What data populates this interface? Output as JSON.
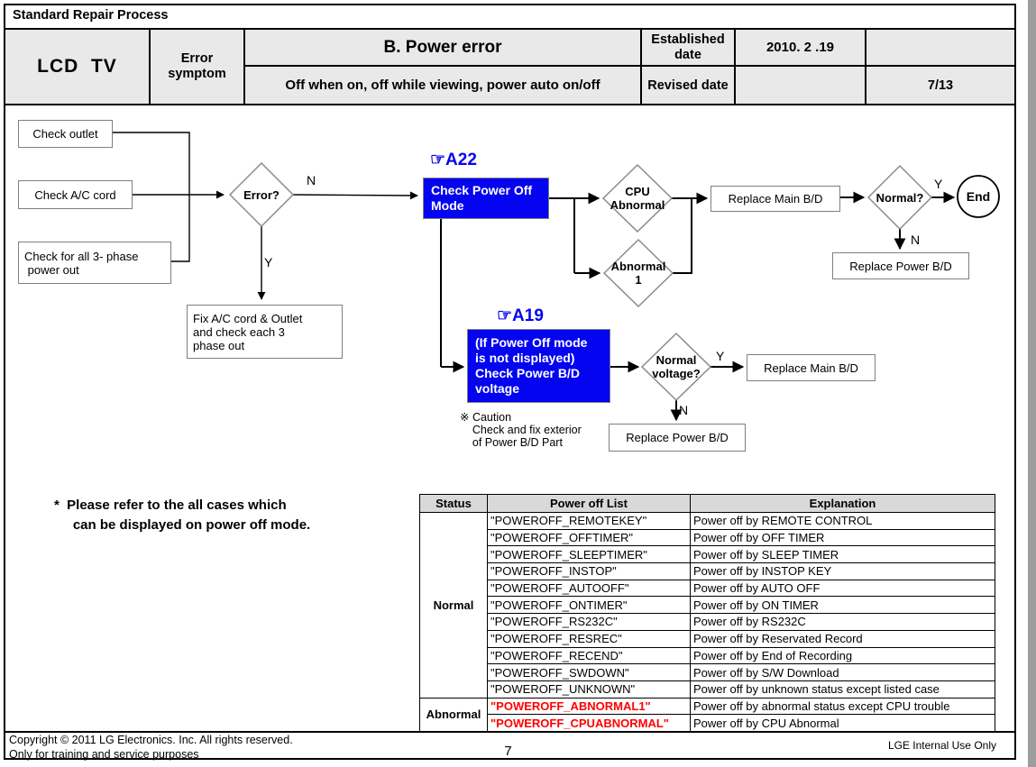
{
  "page": {
    "title": "Standard Repair Process"
  },
  "header": {
    "model": "LCD  TV",
    "symptom_label": "Error\nsymptom",
    "error_title": "B. Power error",
    "error_desc": "Off when on, off while viewing, power auto on/off",
    "established_label": "Established\ndate",
    "established_value": "2010. 2 .19",
    "revised_label": "Revised date",
    "revised_value": "",
    "page_indicator": "7/13"
  },
  "flowchart": {
    "check_outlet": "Check outlet",
    "check_ac_cord": "Check A/C cord",
    "check_3phase": "Check for all 3- phase\n power out",
    "error_q": "Error?",
    "fix_box": "Fix A/C cord & Outlet\nand check each 3\nphase out",
    "a22_ref": "☞A22",
    "a22_box": "Check Power Off\nMode",
    "cpu_abnormal_q": "CPU\nAbnormal",
    "abnormal1_q": "Abnormal\n1",
    "replace_main_1": "Replace Main B/D",
    "normal_q": "Normal?",
    "end": "End",
    "replace_power_1": "Replace Power B/D",
    "a19_ref": "☞A19",
    "a19_box": "(If Power Off mode\nis not displayed)\nCheck Power B/D\nvoltage",
    "caution": "※ Caution\n    Check and fix exterior\n    of Power B/D Part",
    "normal_voltage_q": "Normal\nvoltage?",
    "replace_main_2": "Replace Main B/D",
    "replace_power_2": "Replace Power B/D",
    "note": "*  Please refer to the all cases which\n     can be displayed on power off mode.",
    "labels": {
      "n": "N",
      "y": "Y"
    }
  },
  "table": {
    "headers": [
      "Status",
      "Power off List",
      "Explanation"
    ],
    "groups": [
      {
        "label": "Normal",
        "span": 11
      },
      {
        "label": "Abnormal",
        "span": 2
      }
    ],
    "rows": [
      {
        "key": "\"POWEROFF_REMOTEKEY\"",
        "explanation": "Power off by REMOTE CONTROL"
      },
      {
        "key": "\"POWEROFF_OFFTIMER\"",
        "explanation": "Power off by OFF TIMER"
      },
      {
        "key": "\"POWEROFF_SLEEPTIMER\"",
        "explanation": "Power off by SLEEP TIMER"
      },
      {
        "key": "\"POWEROFF_INSTOP\"",
        "explanation": "Power off by INSTOP KEY"
      },
      {
        "key": "\"POWEROFF_AUTOOFF\"",
        "explanation": "Power off  by AUTO OFF"
      },
      {
        "key": "\"POWEROFF_ONTIMER\"",
        "explanation": "Power off by ON TIMER"
      },
      {
        "key": "\"POWEROFF_RS232C\"",
        "explanation": "Power off by RS232C"
      },
      {
        "key": "\"POWEROFF_RESREC\"",
        "explanation": "Power off by Reservated Record"
      },
      {
        "key": "\"POWEROFF_RECEND\"",
        "explanation": "Power off by End of Recording"
      },
      {
        "key": "\"POWEROFF_SWDOWN\"",
        "explanation": "Power off by S/W Download"
      },
      {
        "key": "\"POWEROFF_UNKNOWN\"",
        "explanation": "Power off by unknown status except listed case"
      },
      {
        "key": "\"POWEROFF_ABNORMAL1\"",
        "explanation": "Power off by abnormal status except CPU trouble",
        "alert": true
      },
      {
        "key": "\"POWEROFF_CPUABNORMAL\"",
        "explanation": "Power off by CPU Abnormal",
        "alert": true
      }
    ]
  },
  "footer": {
    "copyright": "Copyright © 2011 LG Electronics. Inc. All rights reserved.\nOnly for training and service purposes",
    "page_number": "7",
    "internal": "LGE Internal Use Only"
  },
  "colors": {
    "flow_blue": "#0404f0",
    "ref_blue": "#0404f0",
    "alert_red": "#ff0000",
    "header_cell_gray": "#e9e9e9",
    "table_header_gray": "#d9d9d9",
    "side_bar_gray": "#9d9d9d",
    "shape_border_gray": "#7f7f7f"
  }
}
